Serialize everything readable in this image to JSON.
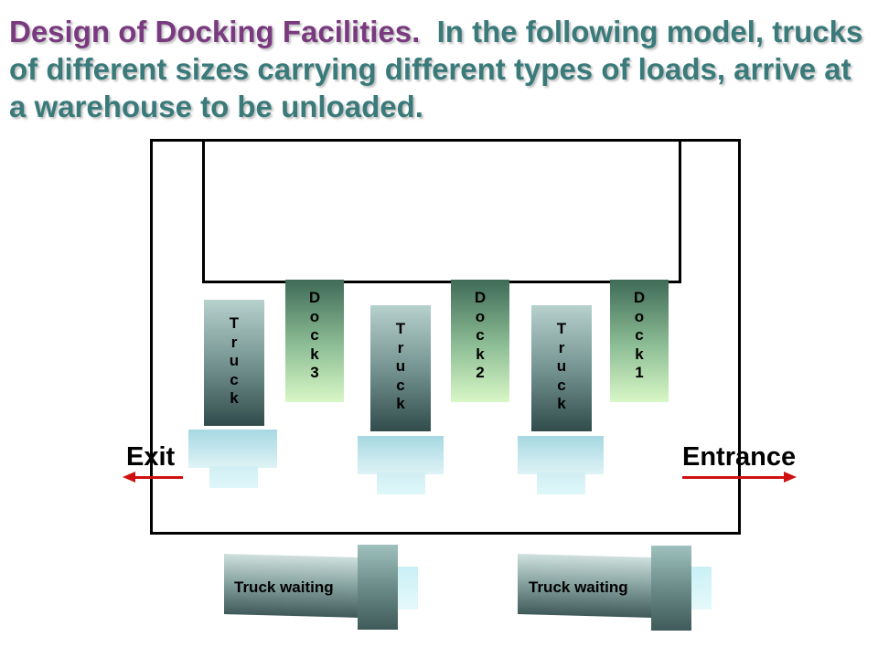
{
  "title": {
    "lead": "Design of Docking Facilities.",
    "rest": "In the following model, trucks of different sizes carrying different types of loads, arrive at a warehouse to be unloaded."
  },
  "docks": [
    {
      "label": "Dock3",
      "chars": [
        "D",
        "o",
        "c",
        "k",
        "3"
      ]
    },
    {
      "label": "Dock2",
      "chars": [
        "D",
        "o",
        "c",
        "k",
        "2"
      ]
    },
    {
      "label": "Dock1",
      "chars": [
        "D",
        "o",
        "c",
        "k",
        "1"
      ]
    }
  ],
  "trucks": [
    {
      "chars": [
        "T",
        "r",
        "u",
        "c",
        "k"
      ]
    },
    {
      "chars": [
        "T",
        "r",
        "u",
        "c",
        "k"
      ]
    },
    {
      "chars": [
        "T",
        "r",
        "u",
        "c",
        "k"
      ]
    }
  ],
  "labels": {
    "exit": "Exit",
    "entrance": "Entrance"
  },
  "waiting": [
    {
      "label": "Truck waiting"
    },
    {
      "label": "Truck waiting"
    }
  ],
  "colors": {
    "title_lead": "#7a3a80",
    "title_rest": "#3a7a7a",
    "arrow": "#d01010"
  }
}
